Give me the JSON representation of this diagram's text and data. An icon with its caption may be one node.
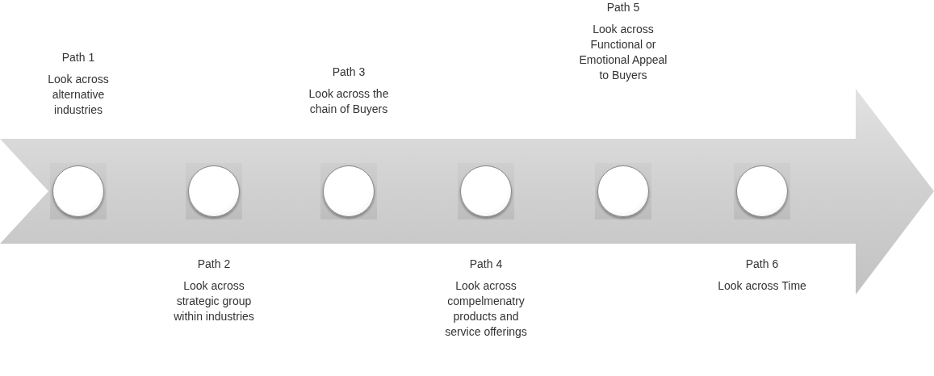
{
  "diagram": {
    "nodes": [
      {
        "text": [],
        "shape": "circle",
        "beside": [
          "Path 1",
          "Look across alternative industries"
        ]
      },
      {
        "text": [],
        "shape": "circle",
        "beside": [
          "Path 2",
          "Look across strategic group within industries"
        ]
      },
      {
        "text": [],
        "shape": "circle",
        "beside": [
          "Path 3",
          "Look across the chain of Buyers"
        ]
      },
      {
        "text": [],
        "shape": "circle",
        "beside": [
          "Path 4",
          "Look across compelmenatry products and service offerings"
        ]
      },
      {
        "text": [],
        "shape": "circle",
        "beside": [
          "Path 5",
          "Look across Functional or Emotional Appeal to Buyers"
        ]
      },
      {
        "text": [],
        "shape": "circle",
        "beside": [
          "Path 6",
          "Look across Time"
        ]
      }
    ]
  }
}
